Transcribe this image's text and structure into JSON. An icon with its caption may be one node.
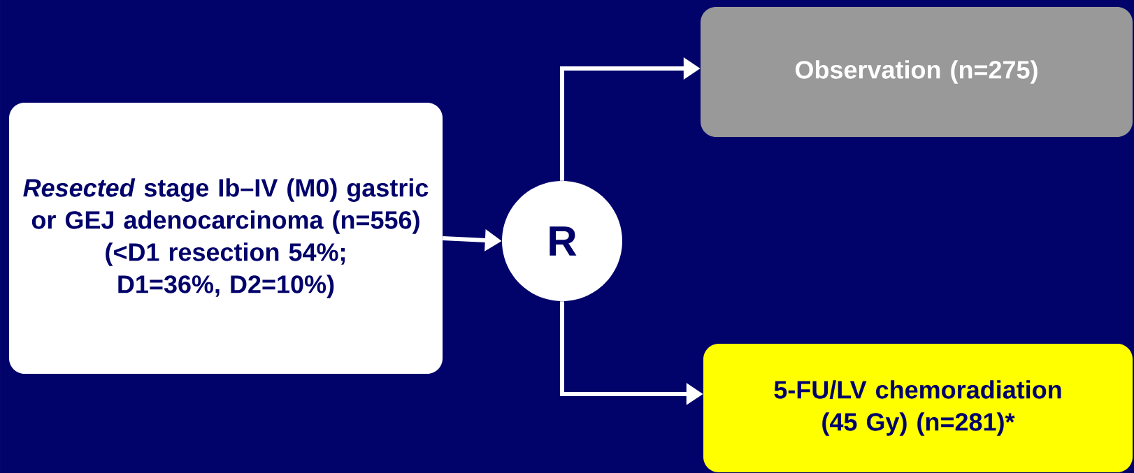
{
  "diagram": {
    "nodes": [
      {
        "text": [
          "*Resected* stage Ib–IV (M0) gastric or GEJ adenocarcinoma (n=556)",
          "(<D1 resection 54%; D1=36%, D2=10%)"
        ]
      },
      {
        "text": [
          "R"
        ]
      },
      {
        "text": [
          "Observation (n=275)"
        ]
      },
      {
        "text": [
          "5-FU/LV chemoradiation (45 Gy) (n=281)*"
        ]
      }
    ],
    "edges": [
      {
        "from": 0,
        "to": 1,
        "arrow": "to"
      },
      {
        "from": 1,
        "to": 2,
        "arrow": "to"
      },
      {
        "from": 1,
        "to": 3,
        "arrow": "to"
      }
    ]
  }
}
